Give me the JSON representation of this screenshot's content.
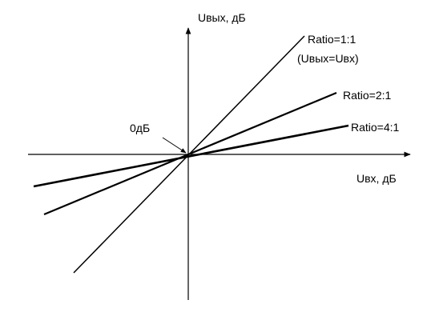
{
  "axes": {
    "y_label": "Uвых, дБ",
    "x_label": "Uвх, дБ"
  },
  "origin_label": "0дБ",
  "curves": [
    {
      "ratio_label": "Ratio=1:1",
      "note": "(Uвых=Uвх)"
    },
    {
      "ratio_label": "Ratio=2:1"
    },
    {
      "ratio_label": "Ratio=4:1"
    }
  ],
  "colors": {
    "ink": "#000000",
    "background": "#ffffff"
  }
}
